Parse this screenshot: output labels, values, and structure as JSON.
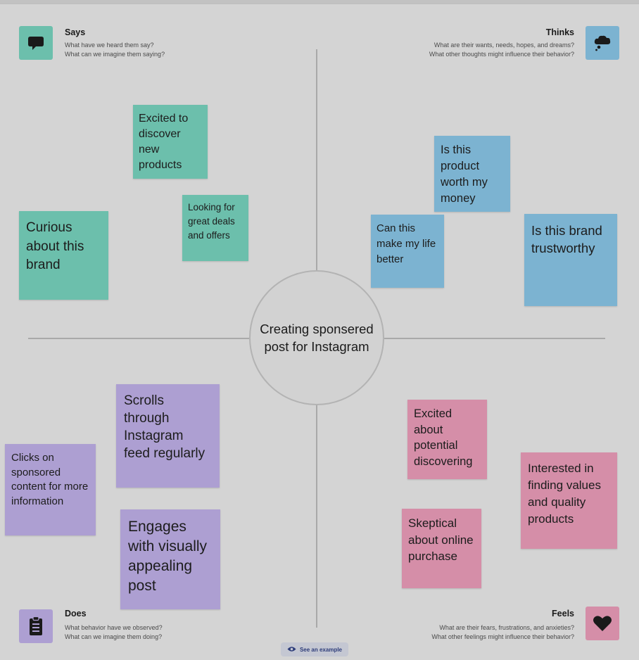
{
  "center": {
    "label": "Creating sponsered post for Instagram"
  },
  "quadrants": {
    "says": {
      "title": "Says",
      "line1": "What have we heard them say?",
      "line2": "What can we imagine them saying?",
      "icon": "speech-bubble-icon",
      "color": "#6cbfac"
    },
    "thinks": {
      "title": "Thinks",
      "line1": "What are their wants, needs, hopes, and dreams?",
      "line2": "What other thoughts might influence their behavior?",
      "icon": "thought-cloud-icon",
      "color": "#7cb3d1"
    },
    "does": {
      "title": "Does",
      "line1": "What behavior have we observed?",
      "line2": "What can we imagine them doing?",
      "icon": "clipboard-icon",
      "color": "#ad9fd2"
    },
    "feels": {
      "title": "Feels",
      "line1": "What are their fears, frustrations, and anxieties?",
      "line2": "What other feelings might influence their behavior?",
      "icon": "heart-icon",
      "color": "#d58ea8"
    }
  },
  "notes": {
    "says": [
      {
        "text": "Excited to discover new products"
      },
      {
        "text": "Looking for great deals and offers"
      },
      {
        "text": "Curious about this brand"
      }
    ],
    "thinks": [
      {
        "text": "Is this product worth my money"
      },
      {
        "text": "Can this make my life better"
      },
      {
        "text": "Is this brand trustworthy"
      }
    ],
    "does": [
      {
        "text": "Scrolls through Instagram feed regularly"
      },
      {
        "text": "Clicks on sponsored content for more information"
      },
      {
        "text": "Engages with visually appealing post"
      }
    ],
    "feels": [
      {
        "text": "Excited about potential discovering"
      },
      {
        "text": "Interested in finding values and quality products"
      },
      {
        "text": "Skeptical about online purchase"
      }
    ]
  },
  "footer": {
    "example_label": "See an example",
    "example_icon": "eye-icon"
  }
}
